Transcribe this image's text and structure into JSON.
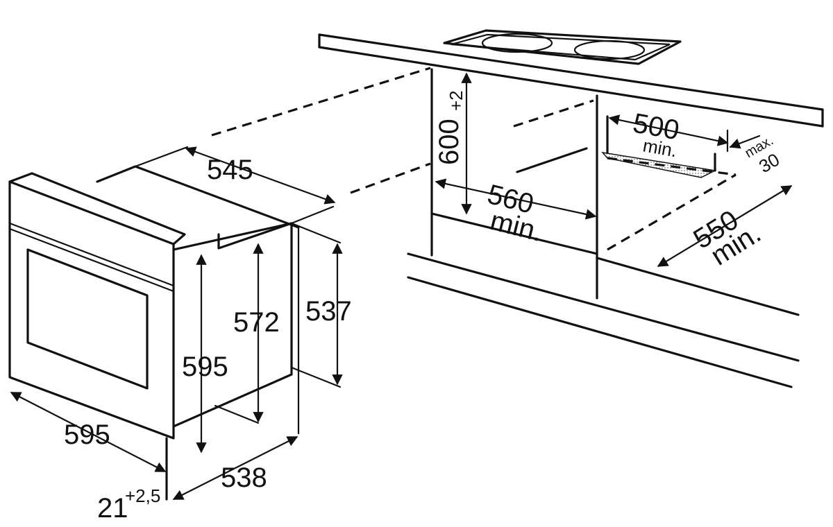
{
  "oven": {
    "depth_total": "545",
    "height_body": "572",
    "height_rear": "537",
    "height_front": "595",
    "width_front": "595",
    "depth_body": "538",
    "front_offset_base": "21",
    "front_offset_tol": "+2,5"
  },
  "niche": {
    "height_value": "600",
    "height_tol": "+2",
    "width_value": "560",
    "width_min": "min.",
    "rear_gap_value": "500",
    "rear_gap_min": "min.",
    "depth_value": "550",
    "depth_min": "min.",
    "offset_max_label": "max.",
    "offset_max_value": "30"
  },
  "colors": {
    "line": "#111111",
    "background": "#ffffff",
    "vent_hatch": "#999999"
  }
}
